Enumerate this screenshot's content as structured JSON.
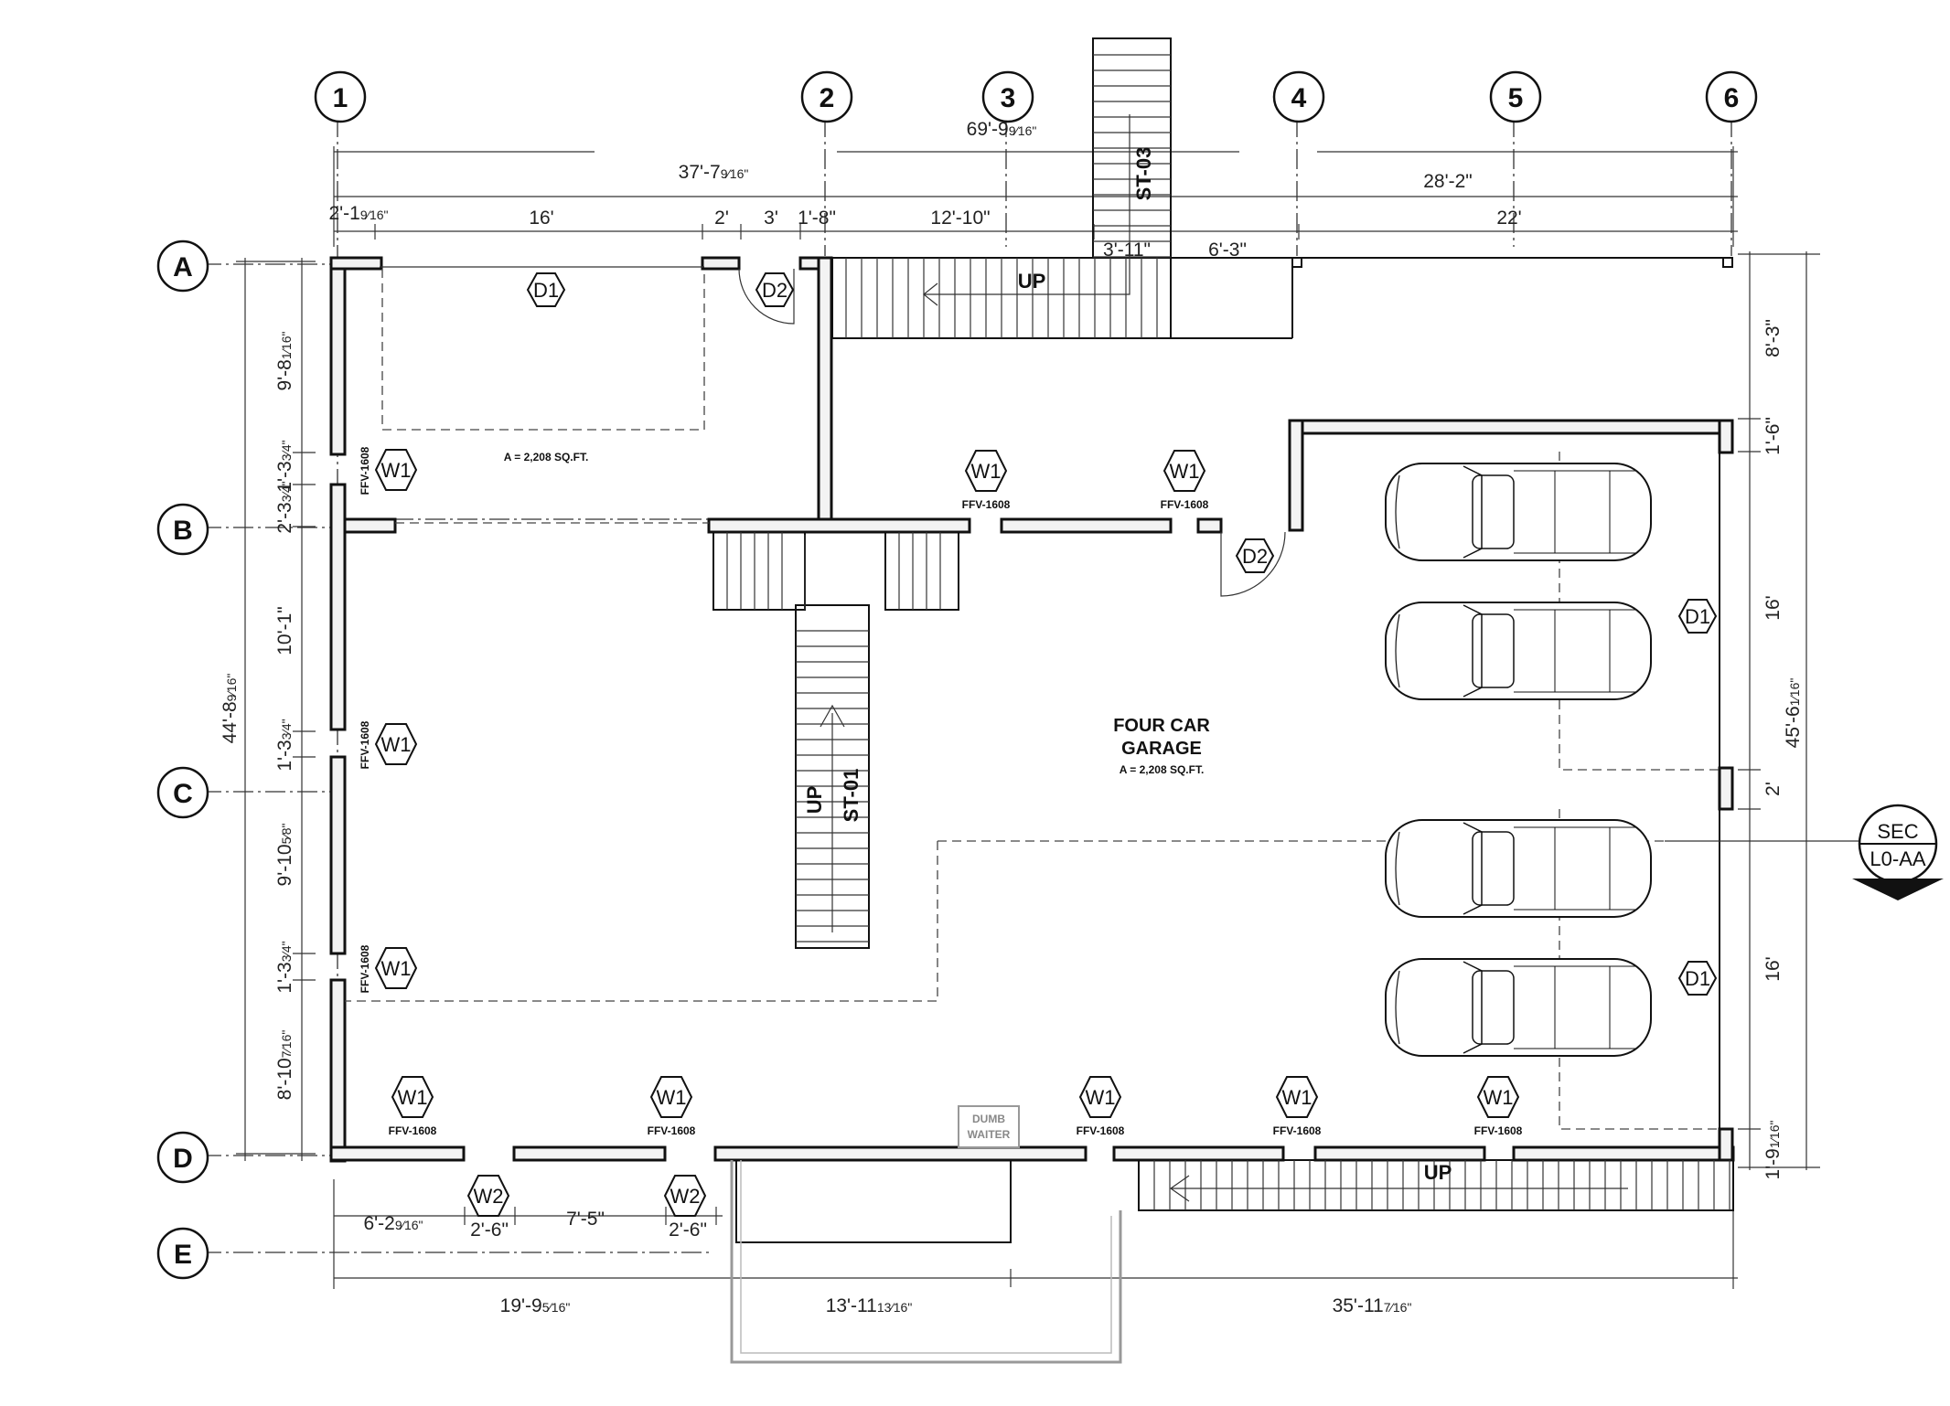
{
  "grid": {
    "columns": [
      "1",
      "2",
      "3",
      "4",
      "5",
      "6"
    ],
    "rows": [
      "A",
      "B",
      "C",
      "D",
      "E"
    ]
  },
  "dimensions": {
    "top_overall": "69'-9",
    "top_overall_frac": "9⁄16\"",
    "top_left": "37'-7",
    "top_left_frac": "9⁄16\"",
    "top_right": "28'-2\"",
    "seg_1": "2'-1",
    "seg_1_frac": "9⁄16\"",
    "seg_2": "16'",
    "seg_3": "2'",
    "seg_4": "3'",
    "seg_5": "1'-8\"",
    "seg_6": "12'-10\"",
    "seg_7": "3'-11\"",
    "seg_8": "6'-3\"",
    "seg_9": "22'",
    "left_overall": "44'-8",
    "left_overall_frac": "9⁄16\"",
    "left_1": "9'-8",
    "left_1_frac": "1⁄16\"",
    "left_2": "1'-3",
    "left_2_frac": "3⁄4\"",
    "left_3": "2'-3",
    "left_3_frac": "3⁄4\"",
    "left_4": "10'-1\"",
    "left_5": "1'-3",
    "left_5_frac": "3⁄4\"",
    "left_6": "9'-10",
    "left_6_frac": "5⁄8\"",
    "left_7": "1'-3",
    "left_7_frac": "3⁄4\"",
    "left_8": "8'-10",
    "left_8_frac": "7⁄16\"",
    "right_overall": "45'-6",
    "right_overall_frac": "1⁄16\"",
    "right_1": "8'-3\"",
    "right_2": "1'-6\"",
    "right_3": "16'",
    "right_4": "2'",
    "right_5": "16'",
    "right_6": "1'-9",
    "right_6_frac": "1⁄16\"",
    "bottom_1": "6'-2",
    "bottom_1_frac": "9⁄16\"",
    "bottom_2": "2'-6\"",
    "bottom_3": "7'-5\"",
    "bottom_4": "2'-6\"",
    "bottom_5": "19'-9",
    "bottom_5_frac": "5⁄16\"",
    "bottom_6": "13'-11",
    "bottom_6_frac": "13⁄16\"",
    "bottom_7": "35'-11",
    "bottom_7_frac": "7⁄16\""
  },
  "rooms": {
    "garage_name_1": "FOUR CAR",
    "garage_name_2": "GARAGE",
    "garage_area": "A = 2,208 SQ.FT.",
    "upper_area": "A = 2,208 SQ.FT."
  },
  "tags": {
    "d1": "D1",
    "d2": "D2",
    "w1": "W1",
    "w2": "W2",
    "window_type": "FFV-1608",
    "dumb_waiter_1": "DUMB",
    "dumb_waiter_2": "WAITER"
  },
  "stairs": {
    "st01": "ST-01",
    "st03": "ST-03",
    "up": "UP"
  },
  "section": {
    "line1": "SEC",
    "line2": "L0-AA"
  }
}
